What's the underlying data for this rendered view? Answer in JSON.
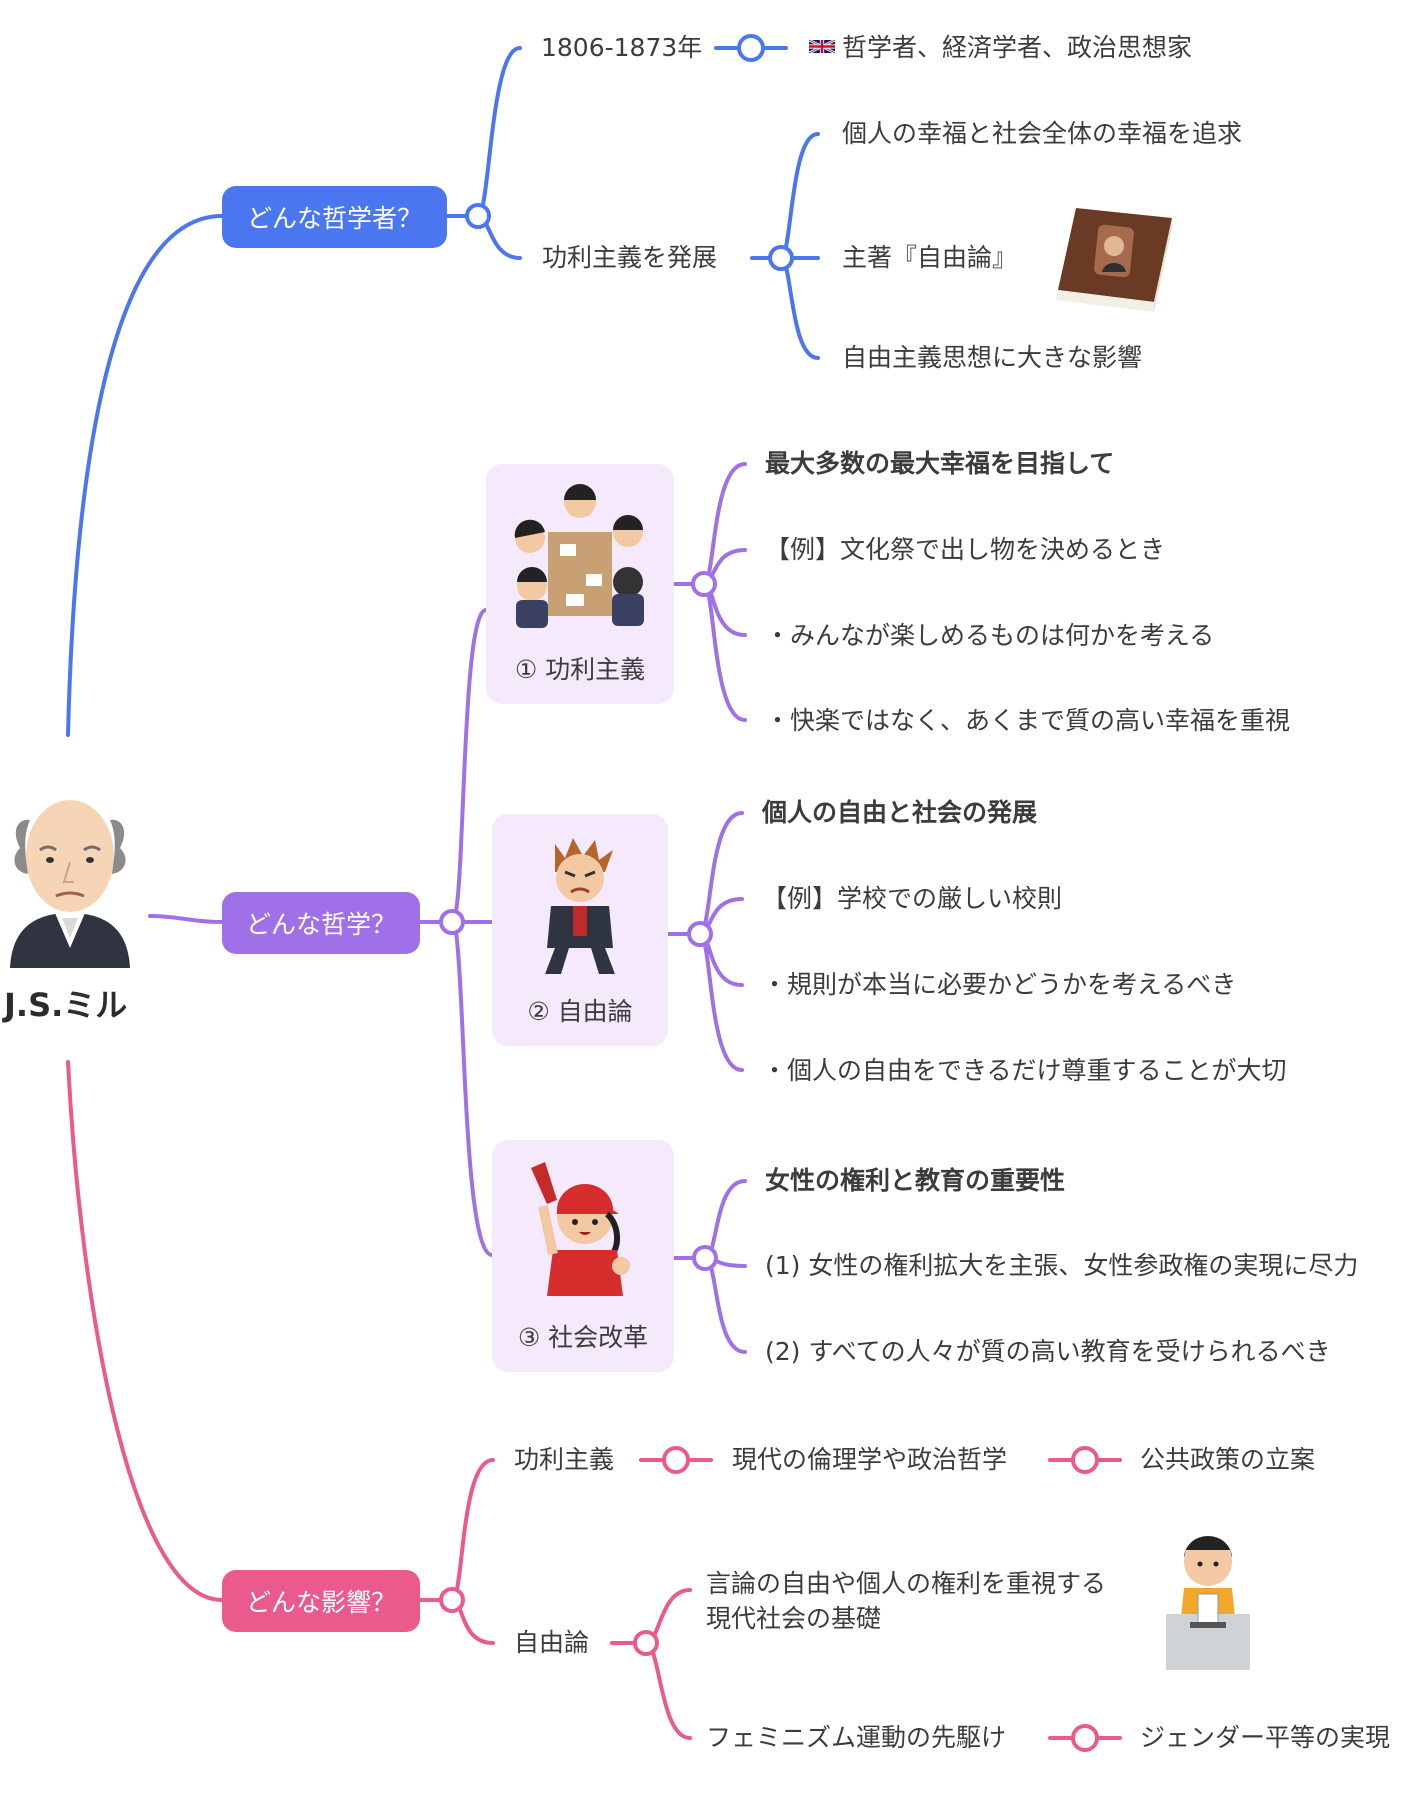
{
  "root": {
    "name": "J.S.ミル"
  },
  "branches": {
    "philosopher": {
      "label": "どんな哲学者？",
      "color": "#4a76f0",
      "years": "1806-1873年",
      "profession": "哲学者、経済学者、政治思想家",
      "develop": "功利主義を発展",
      "points": [
        "個人の幸福と社会全体の幸福を追求",
        "主著『自由論』",
        "自由主義思想に大きな影響"
      ]
    },
    "philosophy": {
      "label": "どんな哲学？",
      "color": "#a070e8",
      "topics": [
        {
          "caption": "① 功利主義",
          "heading": "最大多数の最大幸福を目指して",
          "lines": [
            "【例】文化祭で出し物を決めるとき",
            "・みんなが楽しめるものは何かを考える",
            "・快楽ではなく、あくまで質の高い幸福を重視"
          ]
        },
        {
          "caption": "② 自由論",
          "heading": "個人の自由と社会の発展",
          "lines": [
            "【例】学校での厳しい校則",
            "・規則が本当に必要かどうかを考えるべき",
            "・個人の自由をできるだけ尊重することが大切"
          ]
        },
        {
          "caption": "③ 社会改革",
          "heading": "女性の権利と教育の重要性",
          "lines": [
            "(1) 女性の権利拡大を主張、女性参政権の実現に尽力",
            "(2) すべての人々が質の高い教育を受けられるべき"
          ]
        }
      ]
    },
    "influence": {
      "label": "どんな影響？",
      "color": "#ea5a8c",
      "utilitarianism": "功利主義",
      "ethics": "現代の倫理学や政治哲学",
      "policy": "公共政策の立案",
      "liberty": "自由論",
      "basis_line1": "言論の自由や個人の権利を重視する",
      "basis_line2": "現代社会の基礎",
      "feminism": "フェミニズム運動の先駆け",
      "gender": "ジェンダー平等の実現"
    }
  }
}
